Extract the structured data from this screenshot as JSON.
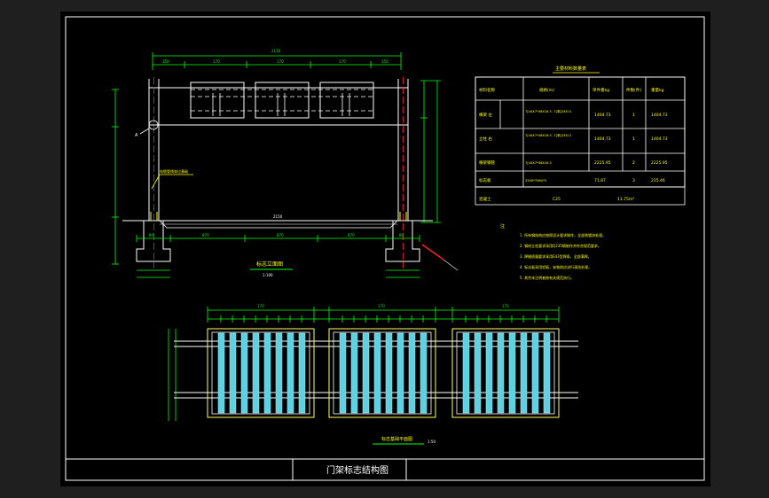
{
  "drawing": {
    "title_block": {
      "title": "门架标志结构图"
    },
    "elevation": {
      "caption": "标志立面图",
      "scale": "1:100",
      "overall_dim": "2150",
      "panel_dims": [
        "350",
        "170",
        "170",
        "170",
        "350"
      ],
      "bottom_dims": [
        "80",
        "870",
        "870",
        "870",
        "80"
      ],
      "ground_dim": "2150"
    },
    "foundation_plan": {
      "caption": "标志基础平面图",
      "scale": "1:50",
      "top_dims": [
        "170",
        "170",
        "170"
      ]
    },
    "material_table": {
      "title": "主要材料数量表",
      "headers": [
        "材料名称",
        "规格(m)",
        "单件重kg",
        "件数(件)",
        "重量kg"
      ],
      "rows": [
        [
          "横梁 左",
          "7[44X7*46X16.5 -7[单[24X11",
          "1404.73",
          "1",
          "1404.73"
        ],
        [
          "立柱 右",
          "7[44X7*46X16.5 -7[单[24X11",
          "1404.73",
          "1",
          "1404.73"
        ],
        [
          "横梁钢管",
          "7[44X7*46X16.5",
          "2225.95",
          "2",
          "2225.95"
        ],
        [
          "标志板",
          "3300*7964*3",
          "71.87",
          "3",
          "215.46"
        ],
        [
          "混凝土",
          "C25",
          "11.75m³",
          "",
          ""
        ]
      ]
    },
    "notes": {
      "heading": "注",
      "items": [
        "1. 所有钢结构应按照设计要求制作，全部热镀锌处理。",
        "2. 钢材立柱要求采用Q235钢制作并符合规范要求。",
        "3. 焊缝质量要求采用E43型焊条，全部满焊。",
        "4. 标志板采用铝板，安装前应进行清洗处理。",
        "5. 其余未注明者按有关规范执行。"
      ]
    },
    "labels": {
      "cable_note": "电缆管线穿过基础",
      "mark_A": "A"
    }
  }
}
